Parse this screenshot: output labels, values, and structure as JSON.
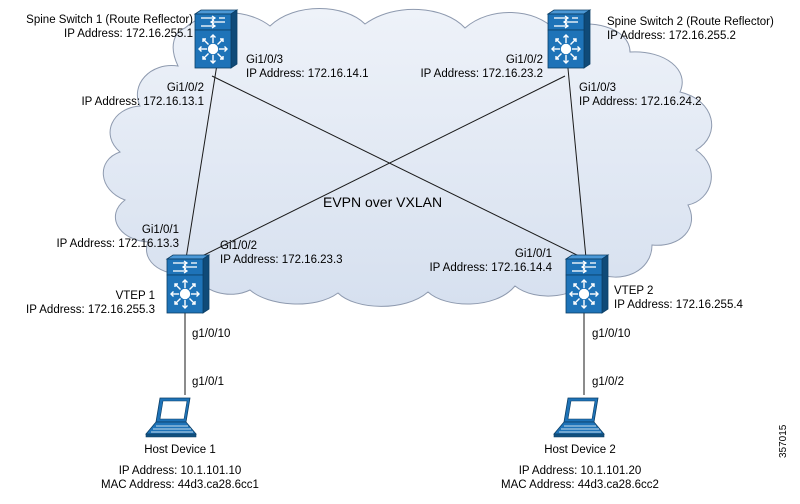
{
  "cloud_label": "EVPN over VXLAN",
  "spine1": {
    "name": "Spine Switch 1 (Route Reflector)",
    "ip": "IP Address: 172.16.255.1",
    "port_a": "Gi1/0/3",
    "port_a_ip": "IP Address: 172.16.14.1",
    "port_b": "Gi1/0/2",
    "port_b_ip": "IP Address: 172.16.13.1"
  },
  "spine2": {
    "name": "Spine Switch 2 (Route Reflector)",
    "ip": "IP Address: 172.16.255.2",
    "port_a": "Gi1/0/2",
    "port_a_ip": "IP Address: 172.16.23.2",
    "port_b": "Gi1/0/3",
    "port_b_ip": "IP Address: 172.16.24.2"
  },
  "vtep1": {
    "name": "VTEP 1",
    "ip": "IP Address: 172.16.255.3",
    "port_up1": "Gi1/0/1",
    "port_up1_ip": "IP Address: 172.16.13.3",
    "port_up2": "Gi1/0/2",
    "port_up2_ip": "IP Address: 172.16.23.3",
    "port_down": "g1/0/10"
  },
  "vtep2": {
    "name": "VTEP 2",
    "ip": "IP Address: 172.16.255.4",
    "port_up": "Gi1/0/1",
    "port_up_ip": "IP Address: 172.16.14.4",
    "port_down": "g1/0/10"
  },
  "host1": {
    "name": "Host Device 1",
    "port": "g1/0/1",
    "ip": "IP Address: 10.1.101.10",
    "mac": "MAC Address: 44d3.ca28.6cc1"
  },
  "host2": {
    "name": "Host Device 2",
    "port": "g1/0/2",
    "ip": "IP Address: 10.1.101.20",
    "mac": "MAC Address: 44d3.ca28.6cc2"
  },
  "figure_id": "357015",
  "colors": {
    "device": "#1e73b8",
    "device_dark": "#11507f",
    "cloud": "#e1e8f4",
    "cloud_stroke": "#8e9aaf"
  }
}
